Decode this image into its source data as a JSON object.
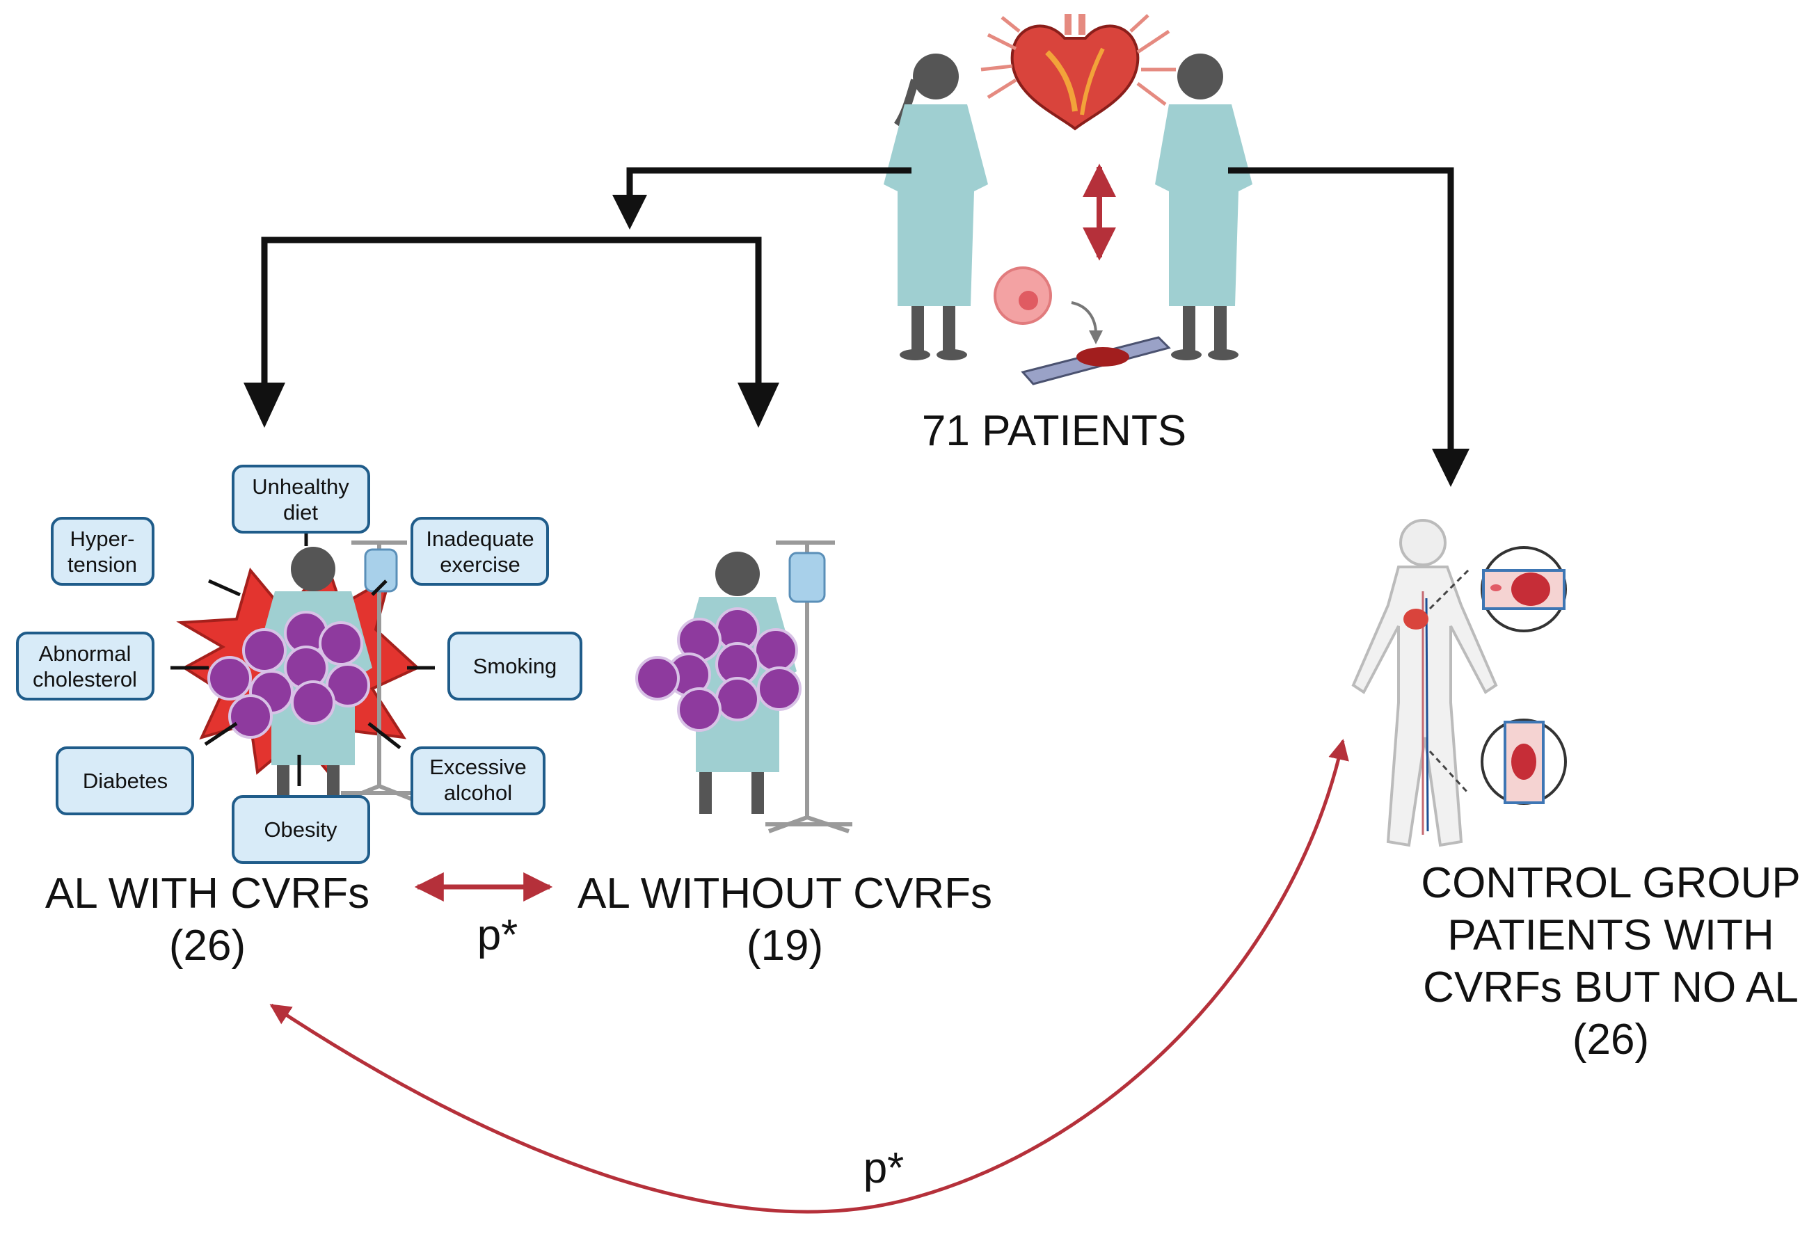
{
  "colors": {
    "arrow_black": "#111111",
    "arrow_red": "#b5303a",
    "box_fill": "#d8ebf8",
    "box_stroke": "#1f5c8a",
    "gown": "#9fcfd1",
    "skin": "#555555",
    "mass": "#8e3a9e",
    "burst": "#e3342f"
  },
  "top": {
    "total_label": "71 PATIENTS",
    "icons": [
      "heart-icon",
      "cell-icon",
      "microscope-slide-icon",
      "patient-female-icon",
      "patient-male-icon"
    ]
  },
  "groups": {
    "with": {
      "title": "AL WITH CVRFs",
      "count": "(26)"
    },
    "without": {
      "title": "AL WITHOUT CVRFs",
      "count": "(19)"
    },
    "control": {
      "line1": "CONTROL GROUP",
      "line2": "PATIENTS WITH",
      "line3": "CVRFs BUT NO AL",
      "count": "(26)"
    }
  },
  "risk_factors": {
    "hypertension": [
      "Hyper-",
      "tension"
    ],
    "unhealthy_diet": [
      "Unhealthy",
      "diet"
    ],
    "inadequate_exercise": [
      "Inadequate",
      "exercise"
    ],
    "abnormal_cholesterol": [
      "Abnormal",
      "cholesterol"
    ],
    "smoking": [
      "Smoking"
    ],
    "diabetes": [
      "Diabetes"
    ],
    "excessive_alcohol": [
      "Excessive",
      "alcohol"
    ],
    "obesity": [
      "Obesity"
    ]
  },
  "comparisons": {
    "with_vs_without": "p*",
    "with_vs_control": "p*"
  }
}
